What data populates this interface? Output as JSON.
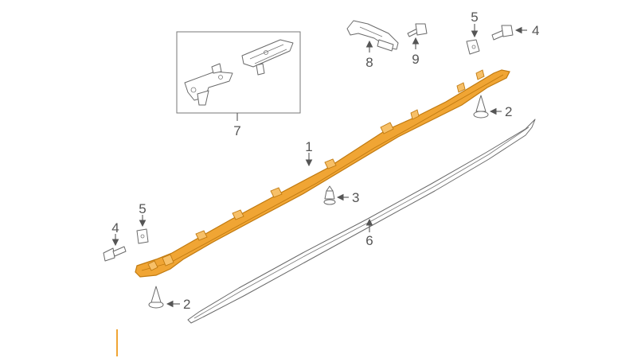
{
  "diagram": {
    "callouts": {
      "c1": "1",
      "c2a": "2",
      "c2b": "2",
      "c3": "3",
      "c4a": "4",
      "c4b": "4",
      "c5a": "5",
      "c5b": "5",
      "c6": "6",
      "c7": "7",
      "c8": "8",
      "c9": "9"
    },
    "colors": {
      "highlight_part": "#f0a534",
      "highlight_stroke": "#c07a10",
      "line": "#555555",
      "accent_bar": "#f0a534"
    }
  }
}
